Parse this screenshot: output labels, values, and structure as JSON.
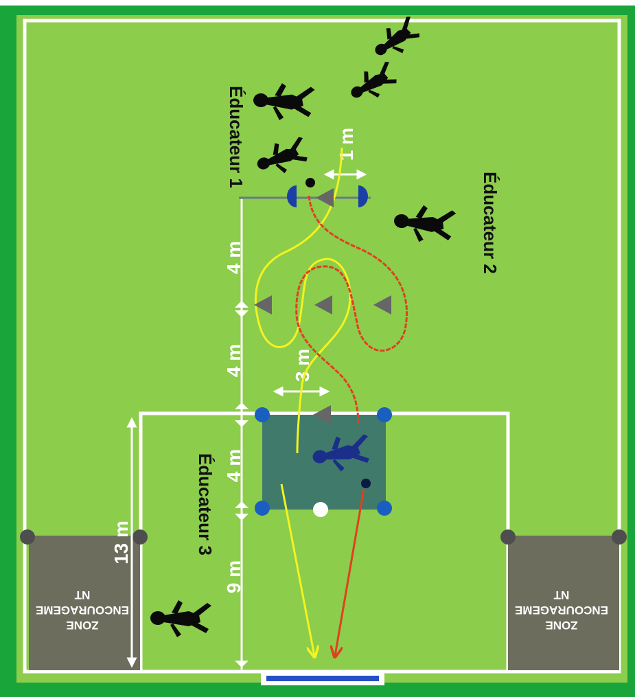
{
  "colors": {
    "border": "#1aa53b",
    "pitch": "#8ccd4c",
    "lines": "#ffffff",
    "zone": "#6d6d5e",
    "box": "#3f7a6a",
    "cone": "#666666",
    "marker": "#1a5fbf",
    "yellow_path": "#f3f320",
    "red_path": "#e0401f",
    "goal": "#2750c4"
  },
  "labels": {
    "educator_1": "Éducateur 1",
    "educator_2": "Éducateur 2",
    "educator_3": "Éducateur 3"
  },
  "dimensions": {
    "d_1m": "1 m",
    "d_4m_a": "4 m",
    "d_4m_b": "4 m",
    "d_3m": "3 m",
    "d_4m_c": "4 m",
    "d_9m": "9 m",
    "d_13m": "13 m"
  },
  "zones": {
    "left": [
      "ZONE",
      "ENCOURAGEME",
      "NT"
    ],
    "right": [
      "ZONE",
      "ENCOURAGEME",
      "NT"
    ]
  },
  "icons": [
    "player-silhouette-icon",
    "cone-icon",
    "blue-marker-icon",
    "ball-icon",
    "goal-icon"
  ]
}
